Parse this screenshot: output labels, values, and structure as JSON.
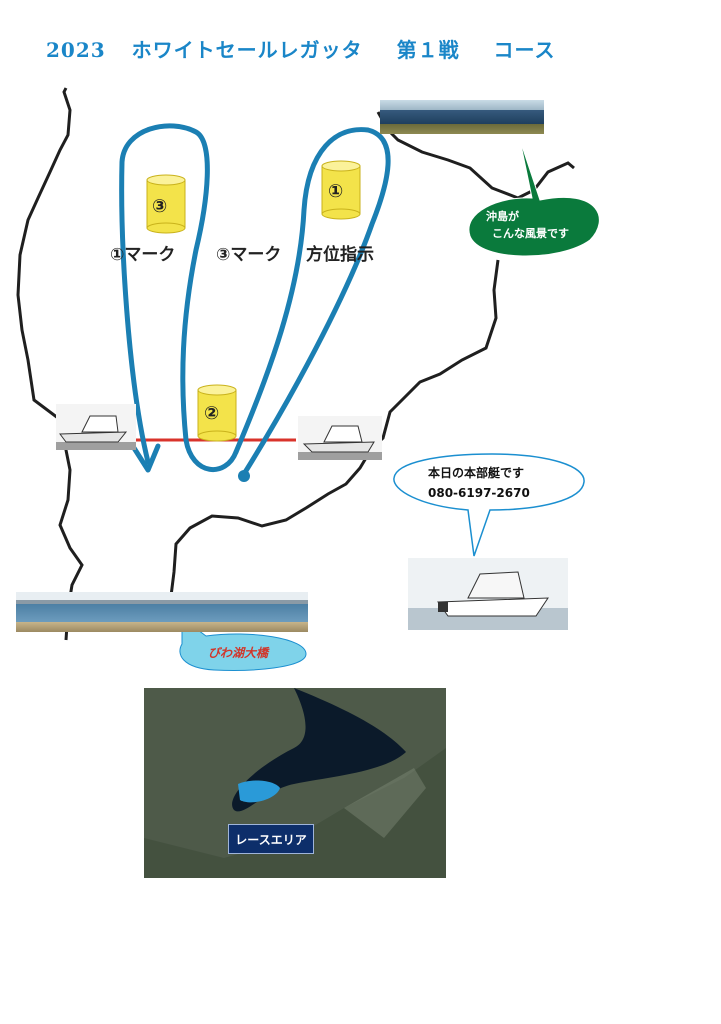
{
  "title": {
    "year": "2023",
    "event": "ホワイトセールレガッタ",
    "round": "第１戦",
    "course": "コース"
  },
  "course_labels": {
    "mark1_label": "①マーク",
    "mark3_label": "③マーク",
    "direction": "方位指示"
  },
  "marks": [
    "①",
    "②",
    "③"
  ],
  "okishima_bubble": {
    "line1": "沖島が",
    "line2": "こんな風景です"
  },
  "hq_bubble": {
    "line1": "本日の本部艇です",
    "phone": "080-6197-2670"
  },
  "bridge_label": "びわ湖大橋",
  "race_area_label": "レースエリア",
  "colors": {
    "title": "#1a86c8",
    "course_line": "#1b7fb3",
    "mark_fill": "#f3e34a",
    "start_line": "#d9332b",
    "okishima_bubble": "#0a7a3c",
    "bridge_bubble": "#7fd3ea"
  }
}
